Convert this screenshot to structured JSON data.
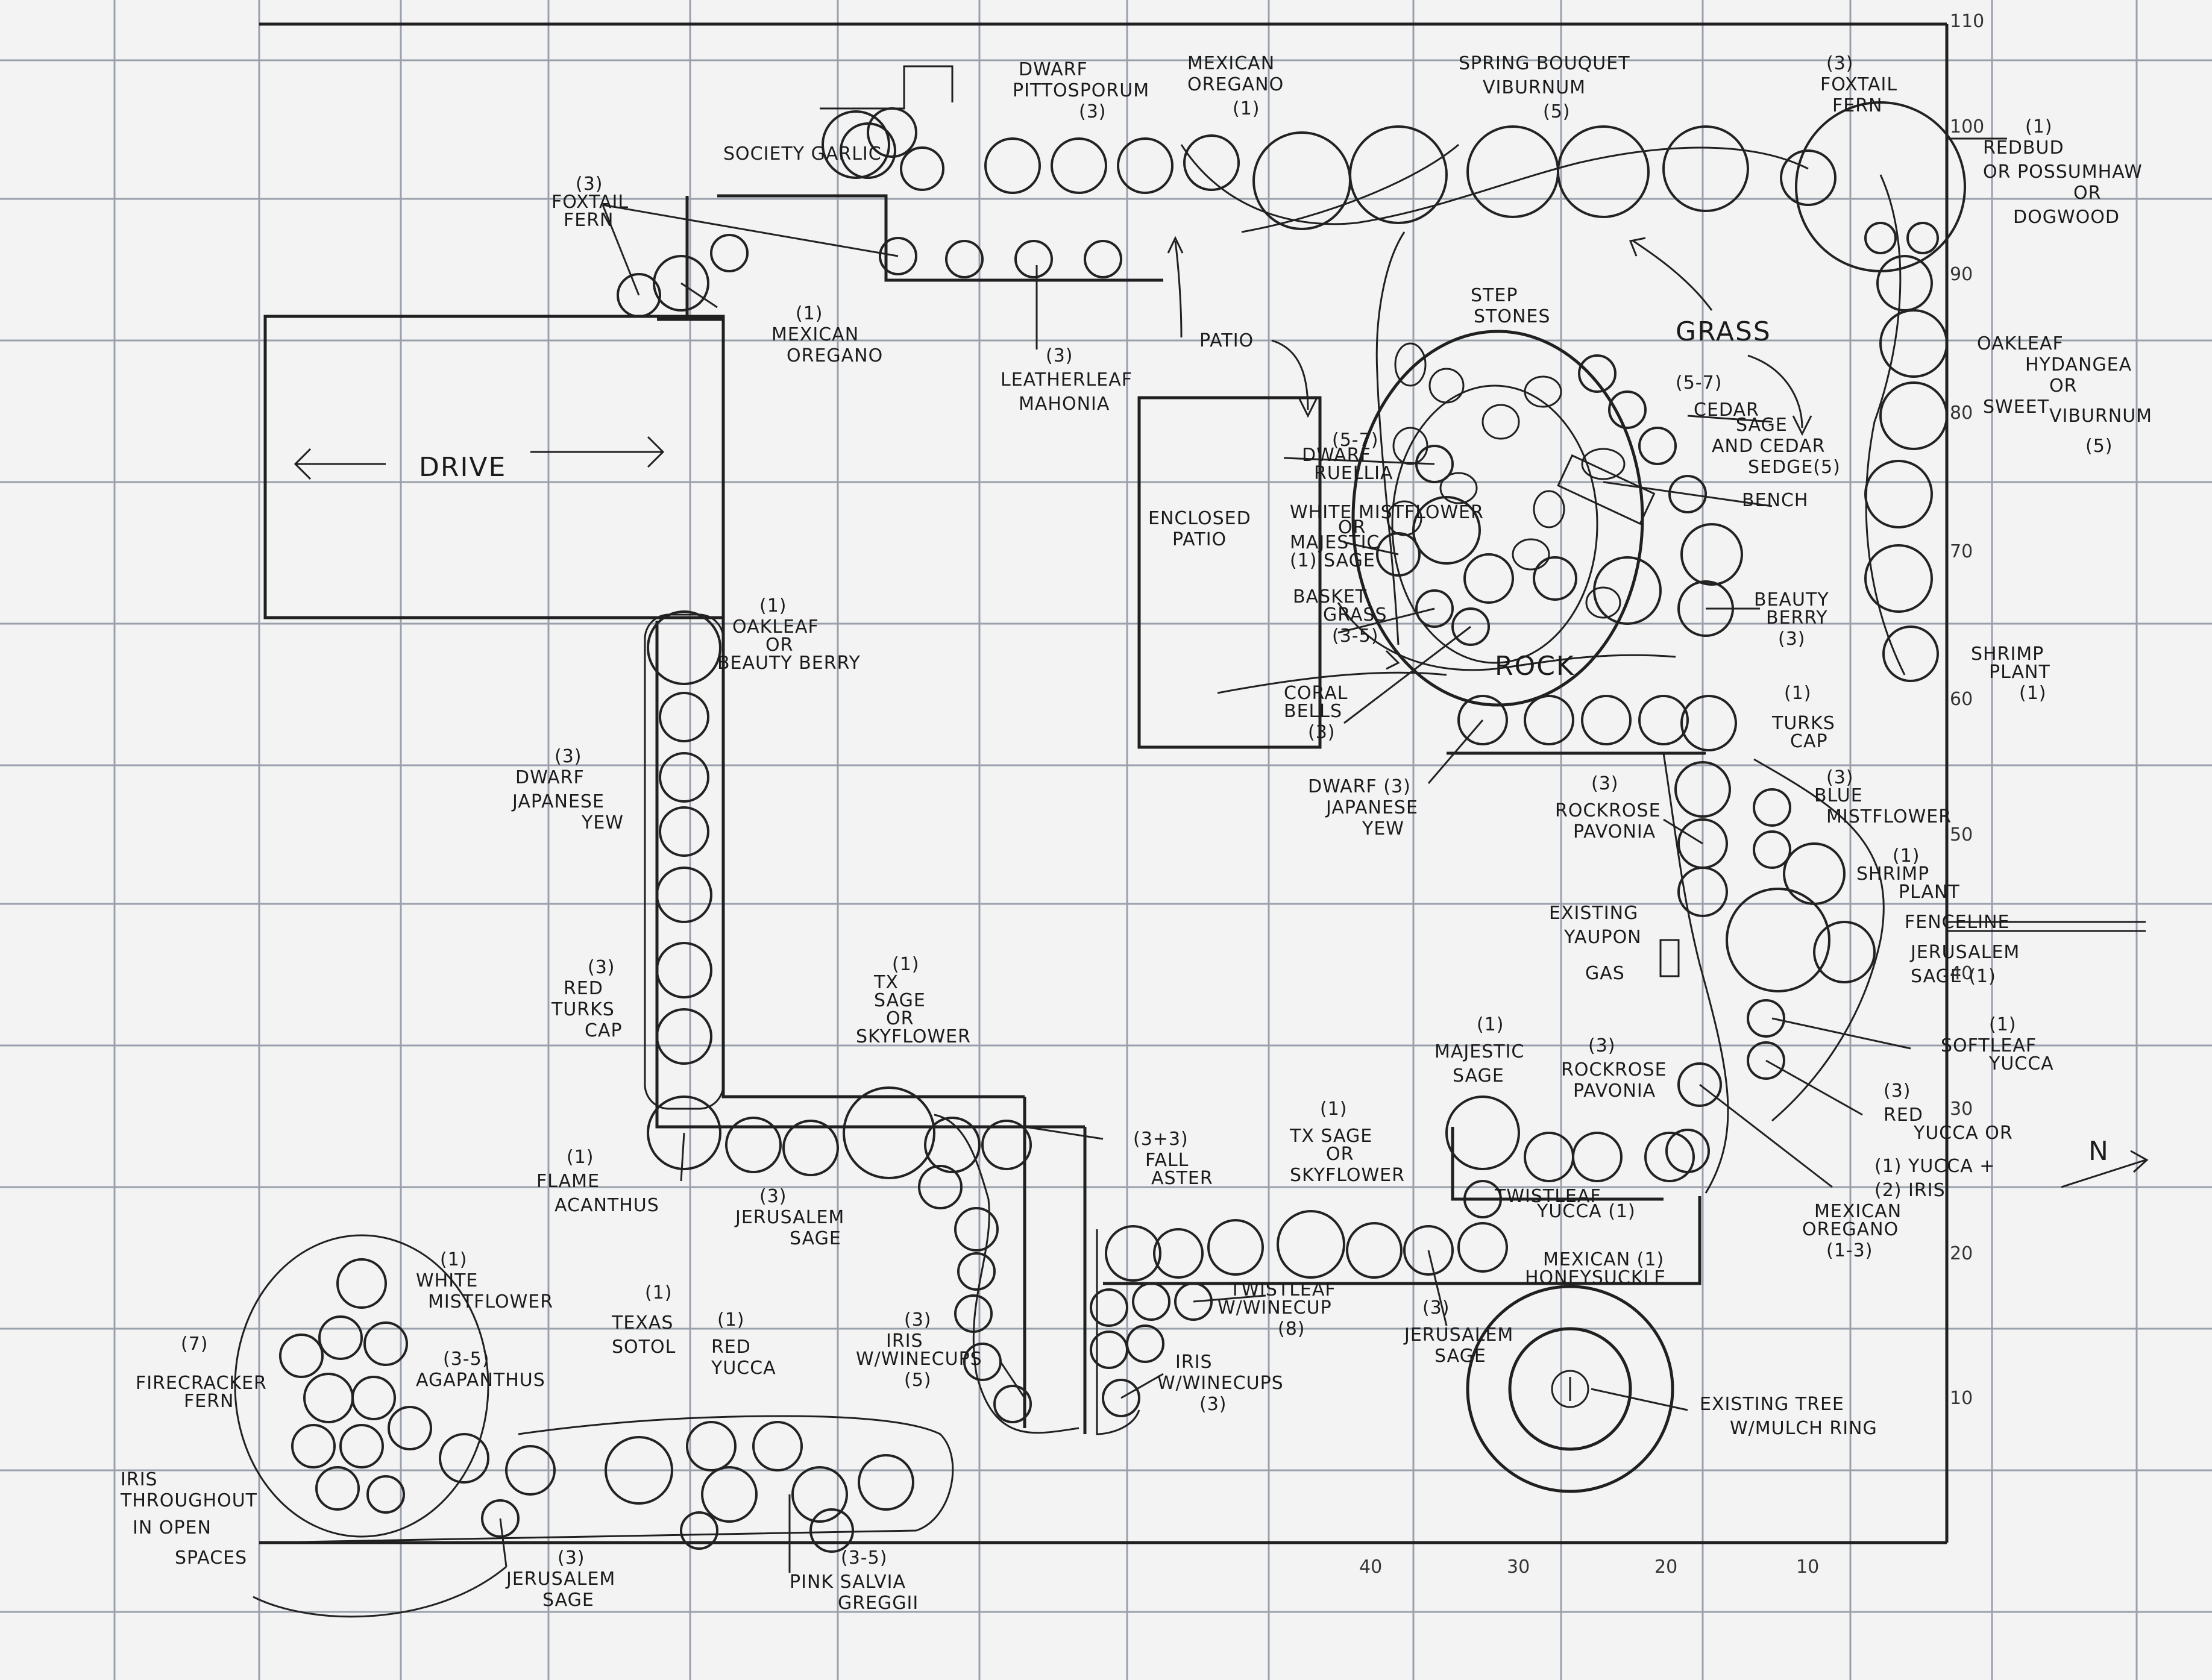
{
  "labels": {
    "drive": "DRIVE",
    "patio": "PATIO",
    "enclosed_patio": "ENCLOSED PATIO",
    "grass": "GRASS",
    "rock": "ROCK",
    "step_stones": "STEP STONES",
    "bench": "BENCH",
    "fenceline": "FENCELINE",
    "gas": "GAS",
    "society_garlic": "SOCIETY GARLIC",
    "foxtail_fern_left": [
      "(3)",
      "FOXTAIL",
      "FERN"
    ],
    "mexican_oregano_top_left": [
      "(1)",
      "MEXICAN",
      "OREGANO"
    ],
    "dwarf_pittosporum": [
      "DWARF",
      "PITTOSPORUM",
      "(3)"
    ],
    "mexican_oregano_top": [
      "MEXICAN",
      "OREGANO",
      "(1)"
    ],
    "spring_bouquet": [
      "SPRING BOUQUET",
      "VIBURNUM",
      "(5)"
    ],
    "foxtail_fern_right": [
      "(3)",
      "FOXTAIL",
      "FERN"
    ],
    "redbud": [
      "(1)",
      "REDBUD",
      "OR POSSUMHAW",
      "OR",
      "DOGWOOD"
    ],
    "leatherleaf": [
      "(3)",
      "LEATHERLEAF",
      "MAHONIA"
    ],
    "oakleaf_hydrangea": [
      "OAKLEAF",
      "HYDANGEA",
      "OR",
      "SWEET",
      "VIBURNUM",
      "(5)"
    ],
    "cedar_sage": [
      "(5-7)",
      "CEDAR",
      "SAGE",
      "AND CEDAR",
      "SEDGE(5)"
    ],
    "dwarf_ruellia": [
      "(5-7)",
      "DWARF",
      "RUELLIA"
    ],
    "white_mistflower_patio": [
      "WHITE MISTFLOWER",
      "OR",
      "MAJESTIC",
      "(1) SAGE"
    ],
    "basket_grass": [
      "BASKET",
      "GRASS",
      "(3-5)"
    ],
    "beauty_berry_patio": [
      "BEAUTY",
      "BERRY",
      "(3)"
    ],
    "shrimp_plant_top": [
      "SHRIMP",
      "PLANT",
      "(1)"
    ],
    "coral_bells": [
      "CORAL",
      "BELLS",
      "(3)"
    ],
    "turks_cap_right": [
      "(1)",
      "TURKS",
      "CAP"
    ],
    "dwarf_yew_patio": [
      "DWARF (3)",
      "JAPANESE",
      "YEW"
    ],
    "rockrose_top": [
      "(3)",
      "ROCKROSE",
      "PAVONIA"
    ],
    "blue_mistflower": [
      "(3)",
      "BLUE",
      "MISTFLOWER"
    ],
    "shrimp_plant_mid": [
      "(1)",
      "SHRIMP",
      "PLANT"
    ],
    "existing_yaupon": [
      "EXISTING",
      "YAUPON"
    ],
    "jerusalem_sage_right": [
      "JERUSALEM",
      "SAGE (1)"
    ],
    "softleaf_yucca": [
      "(1)",
      "SOFTLEAF",
      "YUCCA"
    ],
    "red_yucca_right": [
      "(3)",
      "RED",
      "YUCCA OR",
      "(1) YUCCA +",
      "(2) IRIS"
    ],
    "mexican_oregano_right": [
      "MEXICAN",
      "OREGANO",
      "(1-3)"
    ],
    "majestic_sage": [
      "(1)",
      "MAJESTIC",
      "SAGE"
    ],
    "rockrose_bottom": [
      "(3)",
      "ROCKROSE",
      "PAVONIA"
    ],
    "oakleaf_beauty_left": [
      "(1)",
      "OAKLEAF",
      "OR",
      "BEAUTY BERRY"
    ],
    "dwarf_yew_left": [
      "(3)",
      "DWARF",
      "JAPANESE",
      "YEW"
    ],
    "red_turks_cap": [
      "(3)",
      "RED",
      "TURKS",
      "CAP"
    ],
    "tx_sage_left": [
      "(1)",
      "TX",
      "SAGE",
      "OR",
      "SKYFLOWER"
    ],
    "flame_acanthus": [
      "(1)",
      "FLAME",
      "ACANTHUS"
    ],
    "jerusalem_sage_mid": [
      "(3)",
      "JERUSALEM",
      "SAGE"
    ],
    "fall_aster": [
      "(3+3)",
      "FALL",
      "ASTER"
    ],
    "tx_sage_right": [
      "(1)",
      "TX SAGE",
      "OR",
      "SKYFLOWER"
    ],
    "twistleaf_yucca": [
      "TWISTLEAF",
      "YUCCA (1)"
    ],
    "mexican_honeysuckle": [
      "MEXICAN (1)",
      "HONEYSUCKLE"
    ],
    "twistleaf_winecup": [
      "TWISTLEAF",
      "W/WINECUP",
      "(8)"
    ],
    "jerusalem_sage_bottom": [
      "(3)",
      "JERUSALEM",
      "SAGE"
    ],
    "iris_winecups_left": [
      "(3)",
      "IRIS",
      "W/WINECUPS",
      "(5)"
    ],
    "iris_winecups_right": [
      "IRIS",
      "W/WINECUPS",
      "(3)"
    ],
    "existing_tree": [
      "EXISTING TREE",
      "W/MULCH RING"
    ],
    "white_mistflower_bl": [
      "(1)",
      "WHITE",
      "MISTFLOWER"
    ],
    "firecracker_fern": [
      "(7)",
      "FIRECRACKER",
      "FERN"
    ],
    "agapanthus": [
      "(3-5)",
      "AGAPANTHUS"
    ],
    "texas_sotol": [
      "(1)",
      "TEXAS",
      "SOTOL"
    ],
    "red_yucca_bottom": [
      "(1)",
      "RED",
      "YUCCA"
    ],
    "iris_open_spaces": [
      "IRIS",
      "THROUGHOUT",
      "IN OPEN",
      "SPACES"
    ],
    "jerusalem_sage_bl": [
      "(3)",
      "JERUSALEM",
      "SAGE"
    ],
    "pink_salvia": [
      "(3-5)",
      "PINK SALVIA",
      "GREGGII"
    ],
    "north": "N"
  },
  "scale_right": [
    "110",
    "100",
    "90",
    "80",
    "70",
    "60",
    "50",
    "40 ",
    "30",
    "20",
    "10"
  ],
  "scale_bottom": [
    "40",
    "30",
    "20",
    "10"
  ],
  "colors": {
    "ink": "#202020",
    "grid": "#9aa0ab",
    "paper": "#f3f3f4"
  }
}
